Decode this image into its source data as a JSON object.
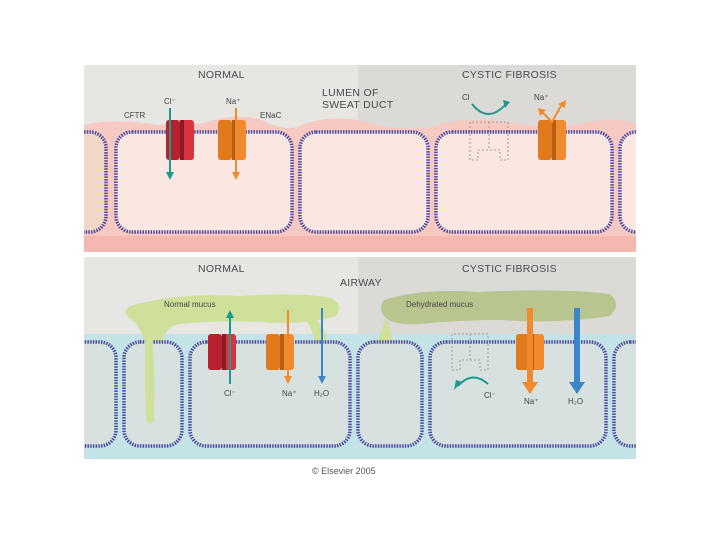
{
  "sweat_duct": {
    "normal_title": "NORMAL",
    "cf_title": "CYSTIC FIBROSIS",
    "lumen_line1": "LUMEN OF",
    "lumen_line2": "SWEAT DUCT",
    "cftr_label": "CFTR",
    "enac_label": "ENaC",
    "cl_normal": "Cl⁻",
    "na_normal": "Na⁺",
    "cl_cf": "Cl",
    "na_cf": "Na⁺"
  },
  "airway": {
    "normal_title": "NORMAL",
    "cf_title": "CYSTIC FIBROSIS",
    "center_title": "AIRWAY",
    "normal_mucus": "Normal mucus",
    "dehydrated_mucus": "Dehydrated mucus",
    "cl_normal": "Cl⁻",
    "na_normal": "Na⁺",
    "water_normal": "H₂O",
    "cl_cf": "Cl⁻",
    "na_cf": "Na⁺",
    "water_cf": "H₂O"
  },
  "copyright": "© Elsevier 2005",
  "colors": {
    "cftr_red": "#d9333f",
    "enac_orange": "#f08a2c",
    "teal_arrow": "#1a9a8c",
    "water_blue": "#3b86c9",
    "mucus_green": "#cfe09a",
    "membrane_blue": "#4a4aa0",
    "lumen_pink": "#f6c9c2",
    "airway_teal": "#c3e3e6"
  }
}
